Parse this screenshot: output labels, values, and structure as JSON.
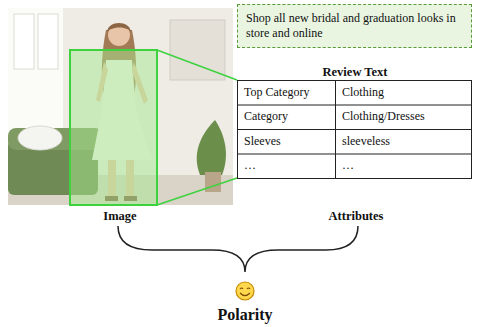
{
  "diagram": {
    "nodes": [
      {
        "text": [
          "Shop all new bridal and graduation looks in store and online"
        ]
      }
    ],
    "labels": [
      "Review Text",
      "Top Category",
      "Clothing",
      "Category",
      "Clothing/Dresses",
      "Sleeves",
      "sleeveless",
      "…",
      "…",
      "Image",
      "Attributes",
      "Polarity"
    ]
  }
}
